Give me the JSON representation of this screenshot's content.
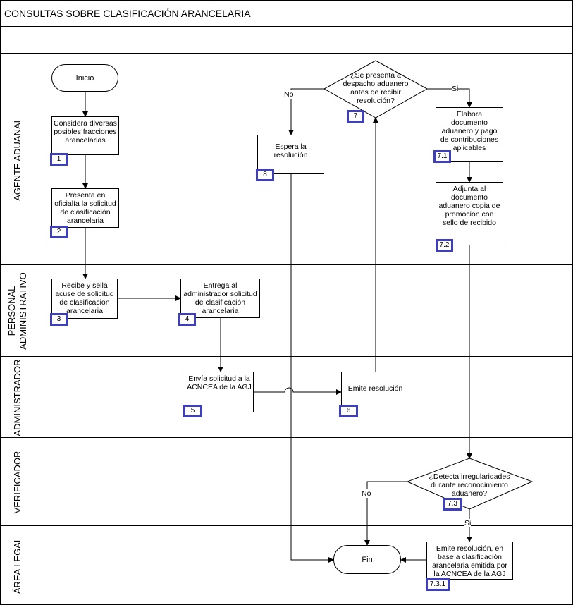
{
  "header": {
    "title": "CONSULTAS SOBRE CLASIFICACIÓN ARANCELARIA"
  },
  "lanes": [
    {
      "label": "AGENTE ADUANAL"
    },
    {
      "label": "PERSONAL ADMINISTRATIVO"
    },
    {
      "label": "ADMINISTRADOR"
    },
    {
      "label": "VERIFICADOR"
    },
    {
      "label": "ÁREA LEGAL"
    }
  ],
  "nodes": {
    "inicio": {
      "text": "Inicio"
    },
    "s1": {
      "text": "Considera diversas posibles fracciones arancelarias",
      "tag": "1"
    },
    "s2": {
      "text": "Presenta en oficialía la solicitud de clasificación arancelaria",
      "tag": "2"
    },
    "s3": {
      "text": "Recibe y sella acuse de solicitud de clasificación arancelaria",
      "tag": "3"
    },
    "s4": {
      "text": "Entrega al administrador solicitud de clasificación arancelaria",
      "tag": "4"
    },
    "s5": {
      "text": "Envía solicitud a la ACNCEA de la AGJ",
      "tag": "5"
    },
    "s6": {
      "text": "Emite resolución",
      "tag": "6"
    },
    "d7": {
      "text": "¿Se presenta a despacho aduanero antes de recibir resolución?",
      "tag": "7"
    },
    "s8": {
      "text": "Espera la resolución",
      "tag": "8"
    },
    "s71": {
      "text": "Elabora documento aduanero y pago de contribuciones aplicables",
      "tag": "7.1"
    },
    "s72": {
      "text": "Adjunta al documento aduanero copia de promoción con sello de recibido",
      "tag": "7.2"
    },
    "d73": {
      "text": "¿Detecta irregularidades durante reconocimiento aduanero?",
      "tag": "7.3"
    },
    "s731": {
      "text": "Emite resolución, en base a clasificación arancelaria emitida por la ACNCEA de la AGJ",
      "tag": "7.3.1"
    },
    "fin": {
      "text": "Fin"
    }
  },
  "edge_labels": {
    "d7_no": "No",
    "d7_si": "Si",
    "d73_no": "No",
    "d73_si": "Si"
  },
  "colors": {
    "tag_border": "#3d3fbf",
    "line": "#000000"
  }
}
